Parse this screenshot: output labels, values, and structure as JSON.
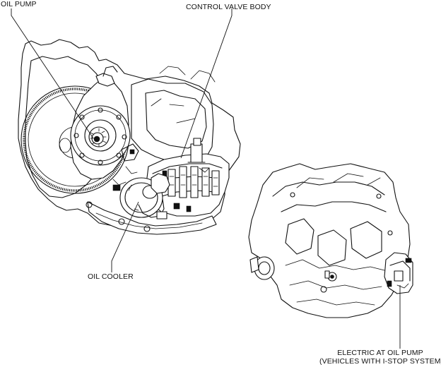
{
  "labels": {
    "oil_pump": "OIL PUMP",
    "control_valve_body": "CONTROL VALVE BODY",
    "oil_cooler": "OIL COOLER",
    "electric_pump_line1": "ELECTRIC AT OIL PUMP",
    "electric_pump_line2": "(VEHICLES WITH I-STOP SYSTEM)"
  },
  "colors": {
    "ink": "#111111",
    "background": "#ffffff"
  }
}
